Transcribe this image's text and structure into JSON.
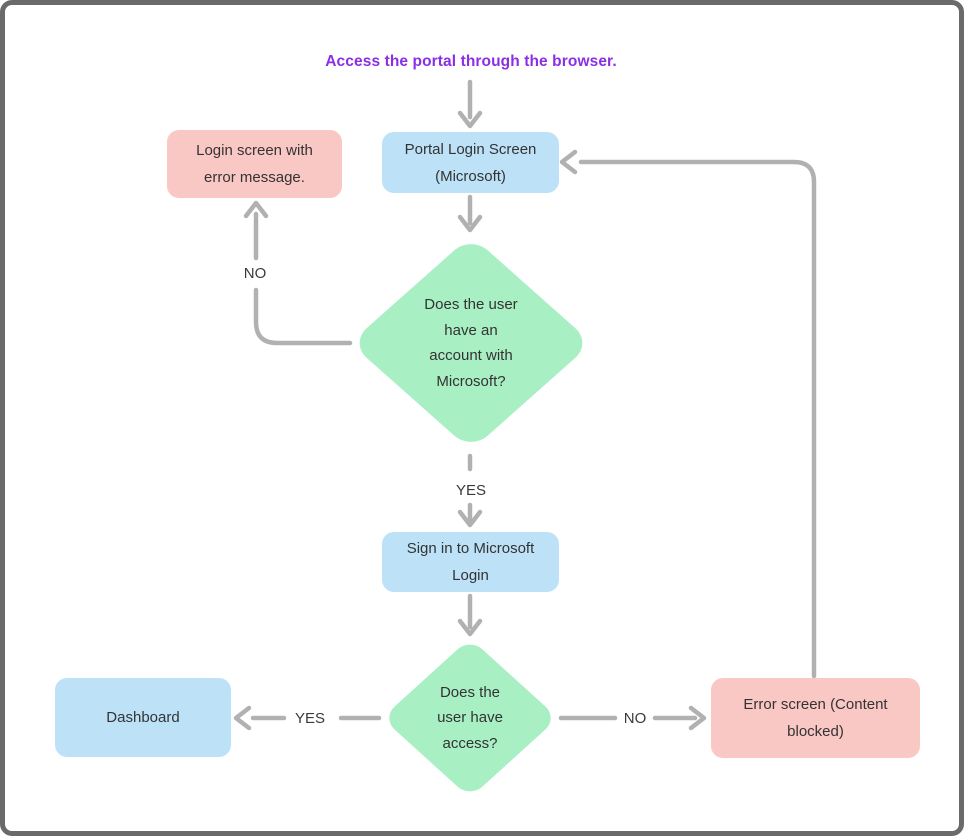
{
  "title": "Access the portal through the browser.",
  "colors": {
    "canvas_bg": "#ffffff",
    "frame_border": "#6a6a6a",
    "title_text": "#8b2fe6",
    "process_fill": "#bde2f8",
    "decision_fill": "#a9efc4",
    "alert_fill": "#fac8c4",
    "arrow": "#b1b1b1",
    "node_text": "#333333"
  },
  "nodes": {
    "portal_login": {
      "type": "process",
      "label": [
        "Portal Login Screen",
        "(Microsoft)"
      ]
    },
    "login_error": {
      "type": "alert",
      "label": [
        "Login screen with",
        "error message."
      ]
    },
    "has_account": {
      "type": "decision",
      "label": [
        "Does the user",
        "have an",
        "account with",
        "Microsoft?"
      ]
    },
    "sign_in": {
      "type": "process",
      "label": [
        "Sign in to Microsoft",
        "Login"
      ]
    },
    "has_access": {
      "type": "decision",
      "label": [
        "Does the",
        "user have",
        "access?"
      ]
    },
    "dashboard": {
      "type": "process",
      "label": [
        "Dashboard"
      ]
    },
    "error_screen": {
      "type": "alert",
      "label": [
        "Error screen (Content",
        "blocked)"
      ]
    }
  },
  "edge_labels": {
    "account_no": "NO",
    "account_yes": "YES",
    "access_yes": "YES",
    "access_no": "NO"
  }
}
